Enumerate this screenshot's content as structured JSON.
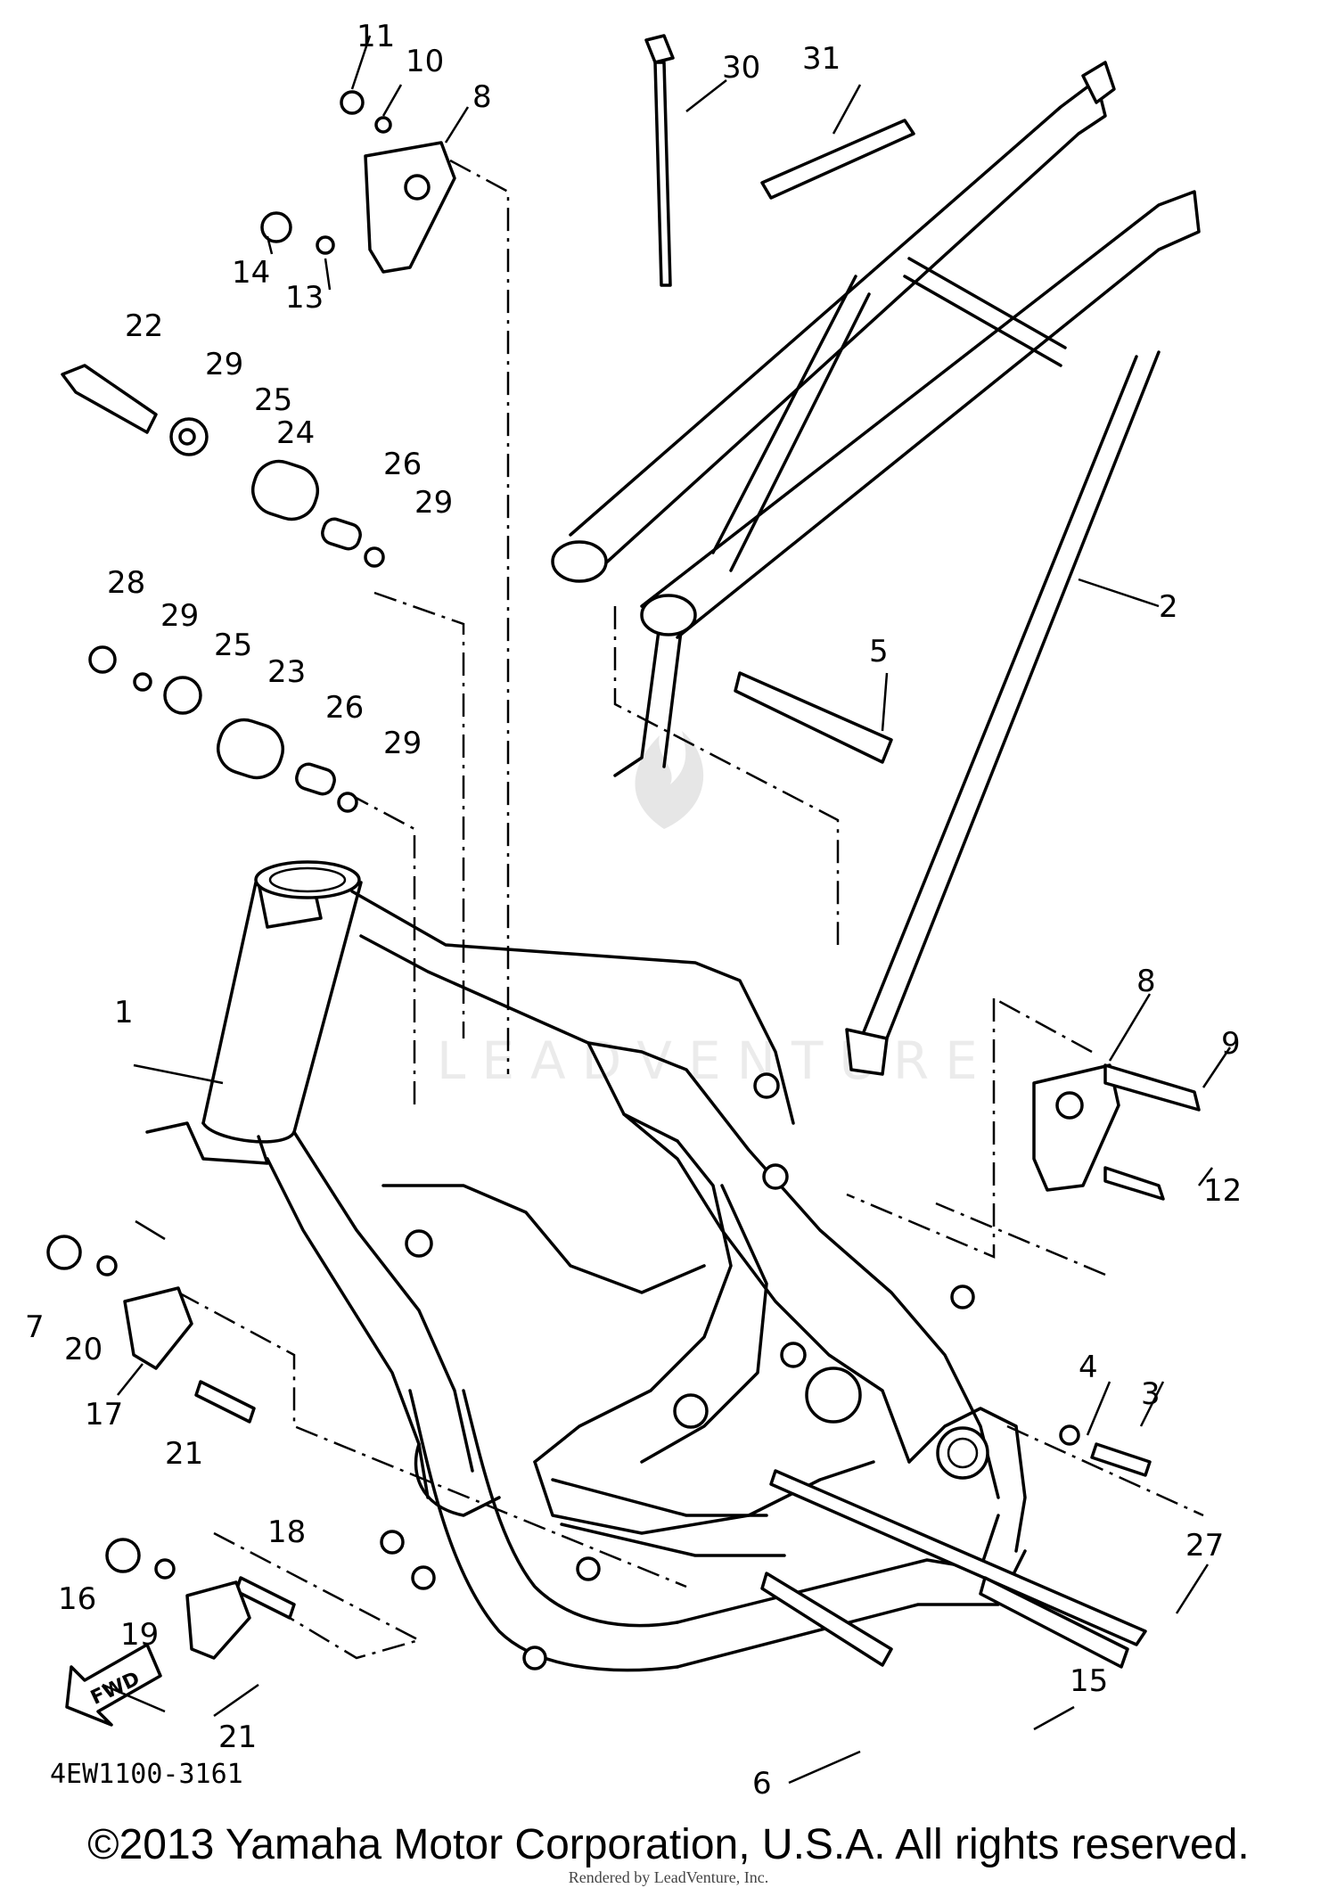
{
  "diagram": {
    "diagram_code": "4EW1100-3161",
    "fwd_label": "FWD",
    "watermark_text": "LEADVENTURE",
    "callouts": [
      {
        "id": "c1",
        "label": "1"
      },
      {
        "id": "c2",
        "label": "2"
      },
      {
        "id": "c3",
        "label": "3"
      },
      {
        "id": "c4",
        "label": "4"
      },
      {
        "id": "c5",
        "label": "5"
      },
      {
        "id": "c6",
        "label": "6"
      },
      {
        "id": "c7",
        "label": "7"
      },
      {
        "id": "c8a",
        "label": "8"
      },
      {
        "id": "c8b",
        "label": "8"
      },
      {
        "id": "c9",
        "label": "9"
      },
      {
        "id": "c10",
        "label": "10"
      },
      {
        "id": "c11",
        "label": "11"
      },
      {
        "id": "c12",
        "label": "12"
      },
      {
        "id": "c13",
        "label": "13"
      },
      {
        "id": "c14",
        "label": "14"
      },
      {
        "id": "c15",
        "label": "15"
      },
      {
        "id": "c16",
        "label": "16"
      },
      {
        "id": "c17",
        "label": "17"
      },
      {
        "id": "c18",
        "label": "18"
      },
      {
        "id": "c19",
        "label": "19"
      },
      {
        "id": "c20",
        "label": "20"
      },
      {
        "id": "c21a",
        "label": "21"
      },
      {
        "id": "c21b",
        "label": "21"
      },
      {
        "id": "c22",
        "label": "22"
      },
      {
        "id": "c23",
        "label": "23"
      },
      {
        "id": "c24",
        "label": "24"
      },
      {
        "id": "c25a",
        "label": "25"
      },
      {
        "id": "c25b",
        "label": "25"
      },
      {
        "id": "c26a",
        "label": "26"
      },
      {
        "id": "c26b",
        "label": "26"
      },
      {
        "id": "c27",
        "label": "27"
      },
      {
        "id": "c28",
        "label": "28"
      },
      {
        "id": "c29a",
        "label": "29"
      },
      {
        "id": "c29b",
        "label": "29"
      },
      {
        "id": "c29c",
        "label": "29"
      },
      {
        "id": "c29d",
        "label": "29"
      },
      {
        "id": "c30",
        "label": "30"
      },
      {
        "id": "c31",
        "label": "31"
      }
    ]
  },
  "footer": {
    "copyright": "©2013 Yamaha Motor Corporation, U.S.A. All rights reserved.",
    "rendered_by": "Rendered by LeadVenture, Inc."
  }
}
